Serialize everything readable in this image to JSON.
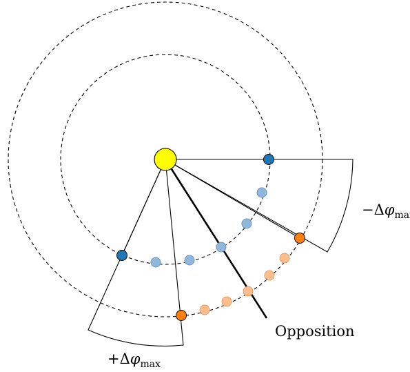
{
  "labels": {
    "opposition": "Opposition",
    "neg_sign": "−Δ",
    "pos_sign": "+Δ",
    "phi": "φ",
    "subscript": "max"
  },
  "colors": {
    "inner_planet": "#1f77b4",
    "inner_planet_faint": "#8fb8da",
    "outer_planet": "#ff7f0e",
    "outer_planet_faint": "#fdbd8c",
    "sun": "#ffff00"
  },
  "icons": {
    "sun": "yellow-circle",
    "planet": "colored-dot"
  }
}
